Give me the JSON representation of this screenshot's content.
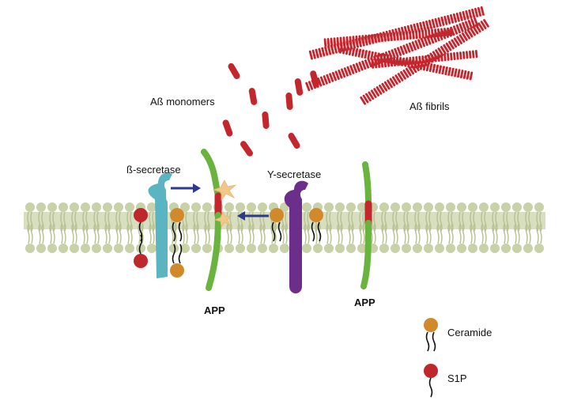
{
  "labels": {
    "monomers": "Aß monomers",
    "fibrils": "Aß fibrils",
    "beta_secretase": "ß-secretase",
    "gamma_secretase": "Y-secretase",
    "app_left": "APP",
    "app_right": "APP"
  },
  "legend": {
    "ceramide": "Ceramide",
    "s1p": "S1P"
  },
  "colors": {
    "membrane_head": "#c9d1a8",
    "membrane_band": "#d8dec0",
    "membrane_tail": "#b7c08f",
    "amyloid": "#c4262e",
    "app": "#6ab33e",
    "beta_secretase": "#5bb4c2",
    "gamma_secretase": "#6b2e8a",
    "ceramide": "#d08a2c",
    "s1p": "#c0272d",
    "arrow": "#2b3a8f",
    "cleavage": "#f0c98a"
  },
  "icons": {
    "cleavage_site": "star-burst-icon",
    "arrow": "arrow-right-icon"
  }
}
